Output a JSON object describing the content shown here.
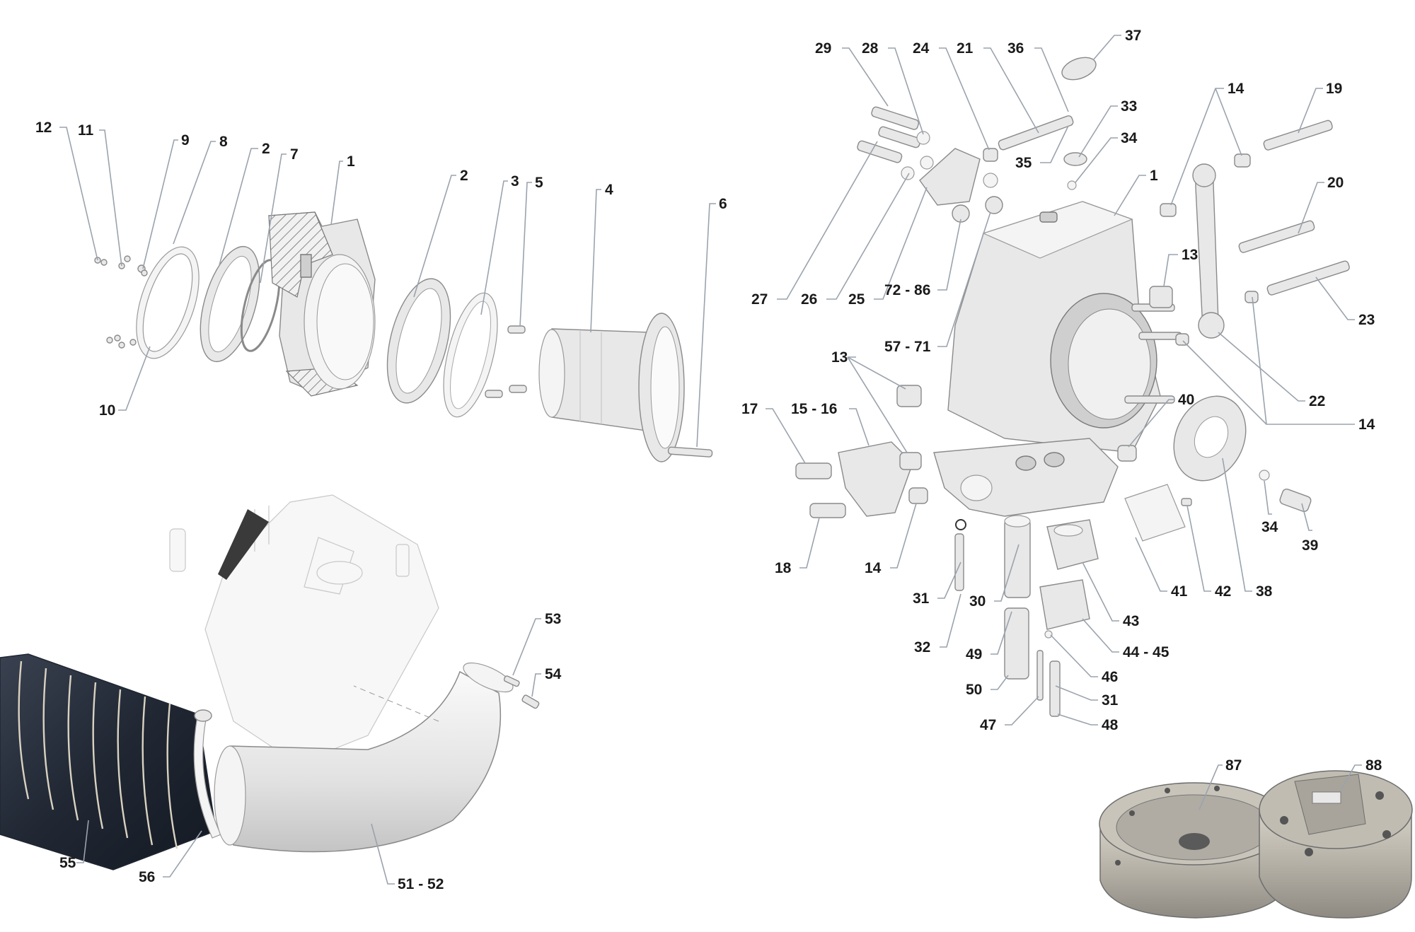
{
  "callouts": {
    "c12": "12",
    "c11": "11",
    "c9": "9",
    "c8": "8",
    "c2a": "2",
    "c7": "7",
    "c1a": "1",
    "c10": "10",
    "c2b": "2",
    "c3": "3",
    "c5": "5",
    "c4": "4",
    "c6": "6",
    "c53": "53",
    "c54": "54",
    "c55": "55",
    "c56": "56",
    "c51_52": "51 - 52",
    "c29": "29",
    "c28": "28",
    "c24": "24",
    "c21": "21",
    "c36": "36",
    "c37": "37",
    "c33": "33",
    "c34a": "34",
    "c35": "35",
    "c14a": "14",
    "c19": "19",
    "c1b": "1",
    "c20": "20",
    "c13a": "13",
    "c23": "23",
    "c27": "27",
    "c26": "26",
    "c25": "25",
    "c72_86": "72 - 86",
    "c57_71": "57 - 71",
    "c22": "22",
    "c14b": "14",
    "c13b": "13",
    "c40": "40",
    "c17": "17",
    "c15_16": "15 - 16",
    "c18": "18",
    "c14c": "14",
    "c34b": "34",
    "c39": "39",
    "c31a": "31",
    "c30": "30",
    "c41": "41",
    "c42": "42",
    "c38": "38",
    "c43": "43",
    "c32": "32",
    "c49": "49",
    "c44_45": "44 - 45",
    "c46": "46",
    "c50": "50",
    "c31b": "31",
    "c47": "47",
    "c48": "48",
    "c87": "87",
    "c88": "88"
  },
  "colors": {
    "callout_text": "#1a1a1a",
    "leader_line": "#9aa3ad",
    "part_fill": "#e8e8e8",
    "hose_dark": "#1f2633"
  }
}
